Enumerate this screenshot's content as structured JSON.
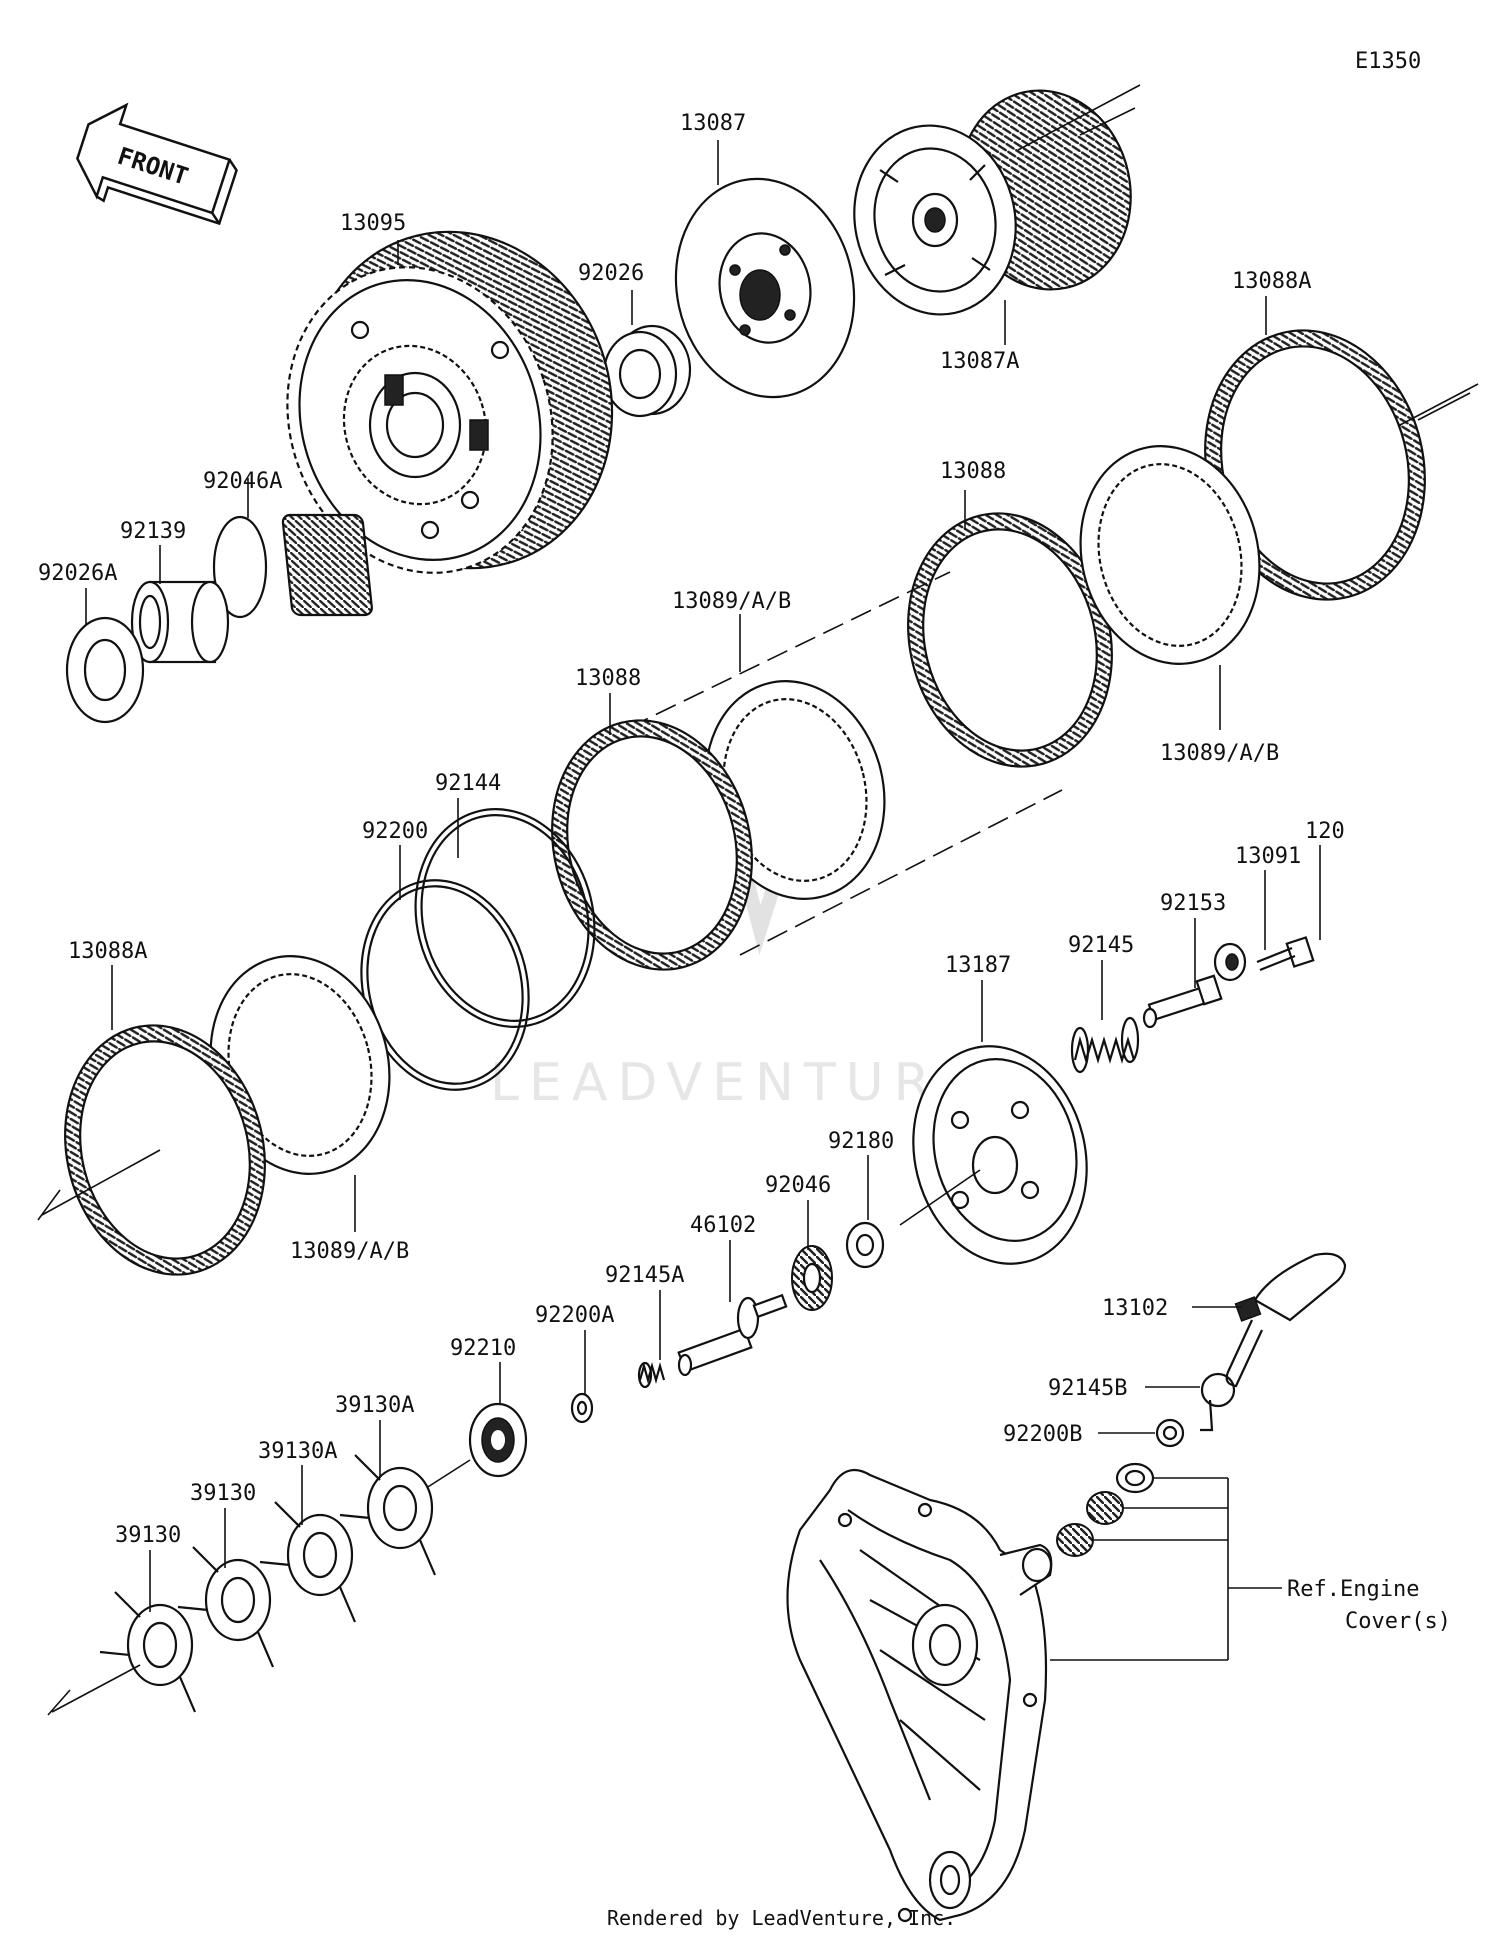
{
  "diagram_code": "E1350",
  "front_label": "FRONT",
  "watermark": "LEADVENTURE",
  "footer": "Rendered by LeadVenture, Inc.",
  "ref_label_line1": "Ref.Engine",
  "ref_label_line2": "Cover(s)",
  "labels": {
    "p13087": "13087",
    "p13087A": "13087A",
    "p13095": "13095",
    "p92026": "92026",
    "p13088A_top": "13088A",
    "p13088_top": "13088",
    "p92046A": "92046A",
    "p92139": "92139",
    "p92026A": "92026A",
    "p13089_mid": "13089/A/B",
    "p13088_mid": "13088",
    "p13089_right": "13089/A/B",
    "p92144": "92144",
    "p92200": "92200",
    "p120": "120",
    "p13091": "13091",
    "p92153": "92153",
    "p92145": "92145",
    "p13088A_left": "13088A",
    "p13187": "13187",
    "p92180": "92180",
    "p92046": "92046",
    "p46102": "46102",
    "p92145A": "92145A",
    "p92200A": "92200A",
    "p92210": "92210",
    "p39130A_a": "39130A",
    "p39130A_b": "39130A",
    "p39130_a": "39130",
    "p39130_b": "39130",
    "p13089_left": "13089/A/B",
    "p13102": "13102",
    "p92145B": "92145B",
    "p92200B": "92200B"
  }
}
